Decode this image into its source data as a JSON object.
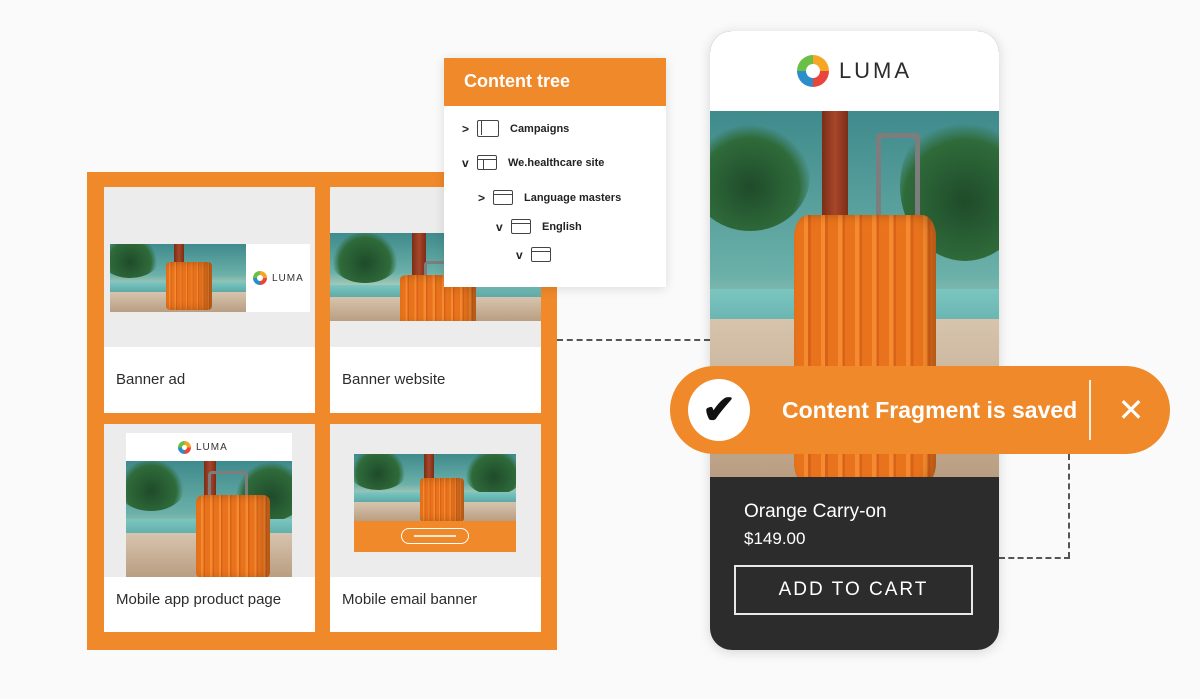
{
  "content_tree": {
    "title": "Content tree",
    "items": [
      {
        "caret": ">",
        "label": "Campaigns"
      },
      {
        "caret": "v",
        "label": "We.healthcare site"
      },
      {
        "caret": ">",
        "label": "Language masters"
      },
      {
        "caret": "v",
        "label": "English"
      },
      {
        "caret": "v",
        "label": ""
      }
    ]
  },
  "cards": [
    {
      "label": "Banner ad"
    },
    {
      "label": "Banner website"
    },
    {
      "label": "Mobile app product page"
    },
    {
      "label": "Mobile email banner"
    }
  ],
  "brand": {
    "name": "LUMA"
  },
  "product": {
    "name": "Orange Carry-on",
    "price": "$149.00",
    "cta": "ADD TO CART"
  },
  "toast": {
    "message": "Content Fragment is saved",
    "check_glyph": "✔",
    "close_glyph": "✕"
  },
  "colors": {
    "accent": "#f0892a",
    "phone_dark": "#2c2c2c",
    "page_bg": "#fafafa"
  }
}
